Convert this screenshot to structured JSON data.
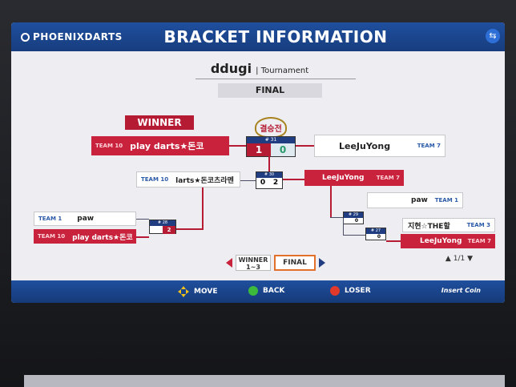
{
  "header": {
    "brand": "PHOENIXDARTS",
    "title": "BRACKET INFORMATION"
  },
  "tournament": {
    "name": "ddugi",
    "type": "| Tournament",
    "stage": "FINAL"
  },
  "final_match": {
    "winner_banner": "WINNER",
    "badge": "결승전",
    "match_no": "# 31",
    "left_team": "TEAM 10",
    "left_player": "play darts★돈코",
    "left_score": "1",
    "right_team": "TEAM 7",
    "right_player": "LeeJuYong",
    "right_score": "0"
  },
  "semi_match": {
    "match_no": "# 30",
    "left_team": "TEAM 10",
    "left_player": "larts★돈코츠라멘",
    "left_score": "0",
    "right_team": "TEAM 7",
    "right_player": "LeeJuYong",
    "right_score": "2"
  },
  "left_match": {
    "match_no": "# 28",
    "top_team": "TEAM 1",
    "top_player": "paw",
    "bottom_team": "TEAM 10",
    "bottom_player": "play darts★돈코",
    "score_top": "",
    "score_bottom": "2"
  },
  "right_match_top": {
    "match_no": "# 29",
    "team": "TEAM 1",
    "player": "paw",
    "score": "0"
  },
  "right_match_bottom": {
    "match_no": "# 27",
    "top_team": "TEAM 3",
    "top_player": "지현☆THE할",
    "bottom_team": "TEAM 7",
    "bottom_player": "LeeJuYong",
    "score": "0"
  },
  "nav": {
    "prev_line1": "WINNER",
    "prev_line2": "1~3",
    "current": "FINAL",
    "pager": "1/1"
  },
  "controls": {
    "move": "MOVE",
    "back": "BACK",
    "loser": "LOSER",
    "insert": "Insert Coin"
  }
}
